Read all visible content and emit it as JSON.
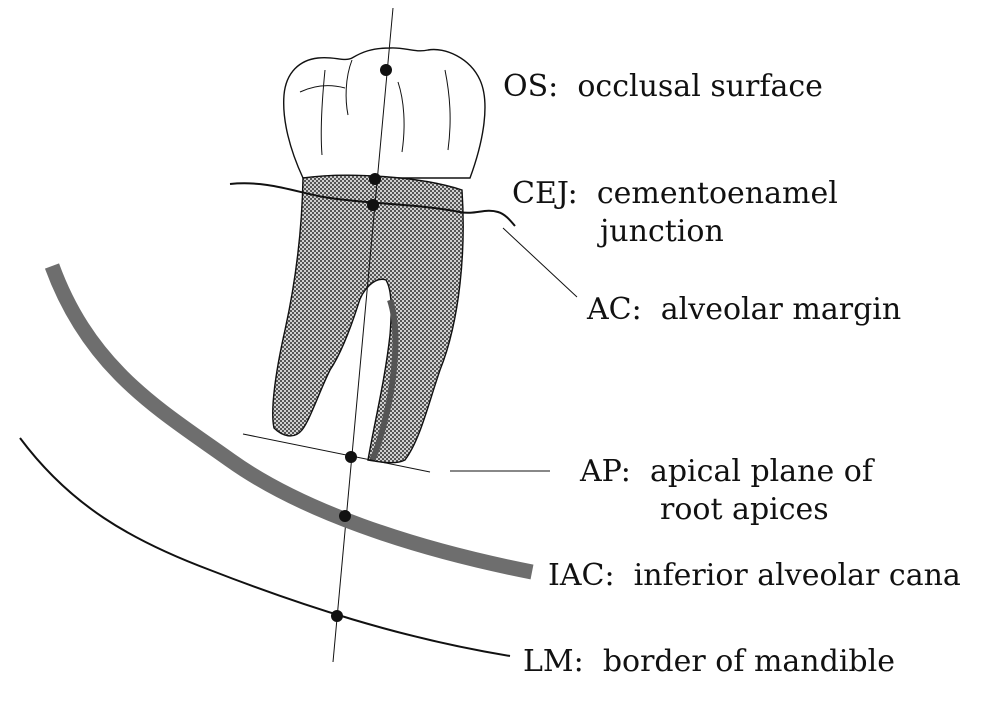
{
  "labels": {
    "os": "OS:  occlusal surface",
    "cej_line1": "CEJ:  cementoenamel",
    "cej_line2": "junction",
    "ac": "AC:  alveolar margin",
    "ap_line1": "AP:  apical plane of",
    "ap_line2": "root apices",
    "iac": "IAC:  inferior alveolar cana",
    "lm": "LM:  border of mandible"
  },
  "colors": {
    "stroke": "#111111",
    "root_fill": "#8a8a8a",
    "canal": "#6e6e6e",
    "crown_fill": "#ffffff"
  }
}
